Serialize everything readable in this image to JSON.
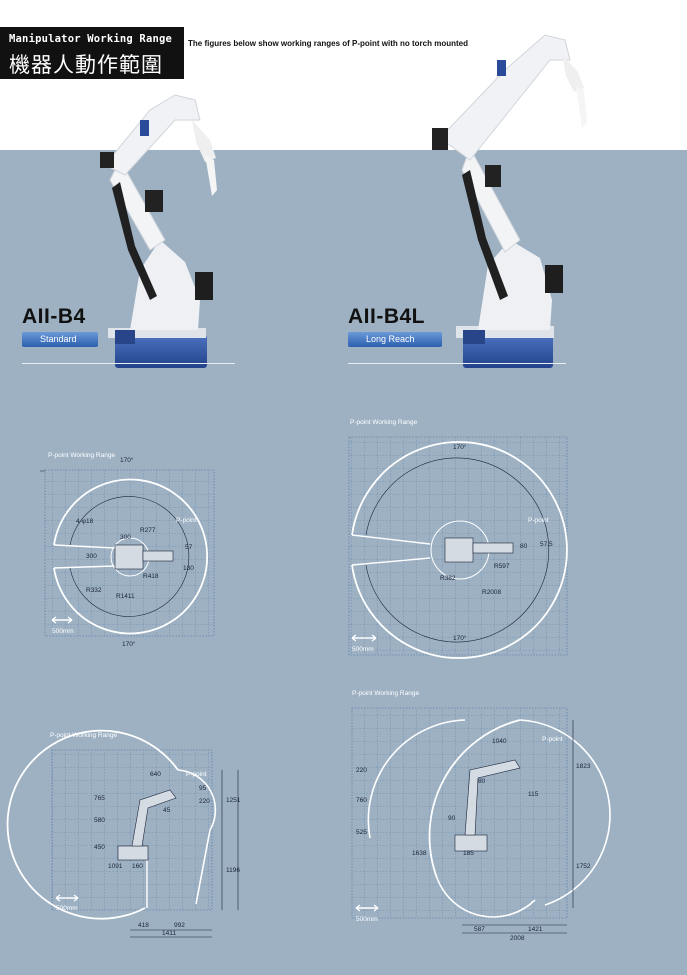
{
  "header": {
    "title_en": "Manipulator Working Range",
    "title_zh": "機器人動作範圍",
    "intro": "The figures below show working ranges of P-point with no torch mounted"
  },
  "models": [
    {
      "name": "AII-B4",
      "badge": "Standard"
    },
    {
      "name": "AII-B4L",
      "badge": "Long Reach"
    }
  ],
  "top_views": {
    "b4": {
      "range_label": "P-point Working Range",
      "angle_top": "170°",
      "angle_bottom": "170°",
      "mount": "4-φ18",
      "dims": [
        "300",
        "R277",
        "P-point",
        "57",
        "300",
        "130",
        "R418",
        "R332",
        "R1411"
      ],
      "scale": "500mm"
    },
    "b4l": {
      "range_label": "P-point Working Range",
      "angle_top": "170°",
      "angle_bottom": "170°",
      "dims": [
        "P-point",
        "57.5",
        "80",
        "R597",
        "R382",
        "R2008"
      ],
      "scale": "500mm"
    }
  },
  "side_views": {
    "b4": {
      "range_label": "P-point Working Range",
      "dims_top": [
        "640",
        "P-point",
        "95",
        "220"
      ],
      "dims_left": [
        "765",
        "580",
        "450"
      ],
      "dims_mid": [
        "45",
        "160",
        "1091"
      ],
      "dims_right": [
        "1251",
        "1196"
      ],
      "dims_bottom": [
        "418",
        "992",
        "1411"
      ],
      "scale": "500mm"
    },
    "b4l": {
      "range_label": "P-point Working Range",
      "dims_top": [
        "1040",
        "P-point",
        "115",
        "80"
      ],
      "dims_left": [
        "220",
        "760",
        "525"
      ],
      "dims_mid": [
        "1638",
        "185",
        "90"
      ],
      "dims_right": [
        "1823",
        "1752"
      ],
      "dims_bottom": [
        "587",
        "1421",
        "2008"
      ],
      "scale": "500mm"
    }
  }
}
